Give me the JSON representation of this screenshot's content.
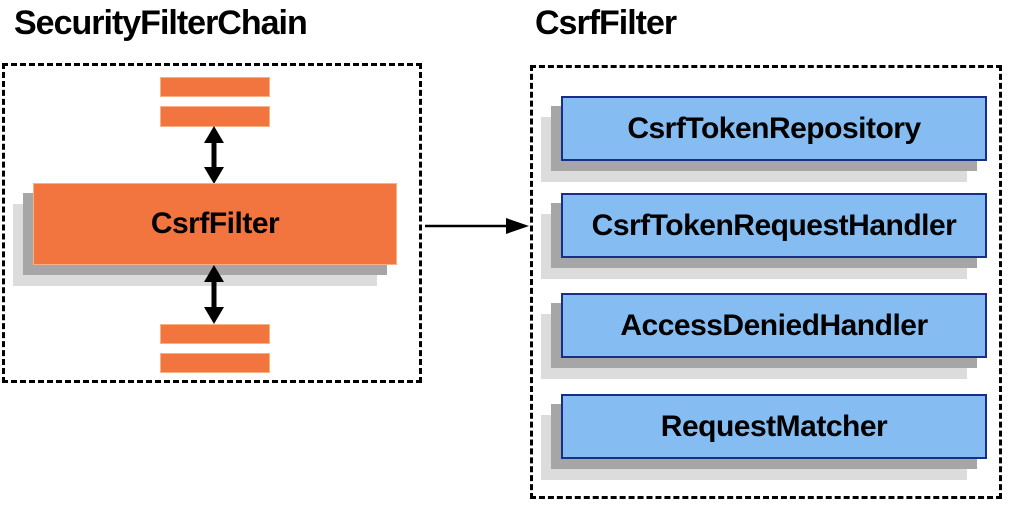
{
  "left_panel": {
    "title": "SecurityFilterChain",
    "filter_box_label": "CsrfFilter"
  },
  "right_panel": {
    "title": "CsrfFilter",
    "components": [
      {
        "label": "CsrfTokenRepository"
      },
      {
        "label": "CsrfTokenRequestHandler"
      },
      {
        "label": "AccessDeniedHandler"
      },
      {
        "label": "RequestMatcher"
      }
    ]
  },
  "icons": {
    "vertical_arrows": "bidirectional-arrow-icon",
    "connector": "right-arrow-icon"
  },
  "colors": {
    "background": "#ffffff",
    "text": "#000000",
    "dashed_border": "#000000",
    "orange_fill": "#f2743e",
    "orange_edge": "#f8b183",
    "blue_fill": "#85bdf2",
    "blue_edge": "#172f86",
    "shadow_dark": "#a6a6a6",
    "shadow_light": "#dcdcdc",
    "arrow": "#000000"
  }
}
